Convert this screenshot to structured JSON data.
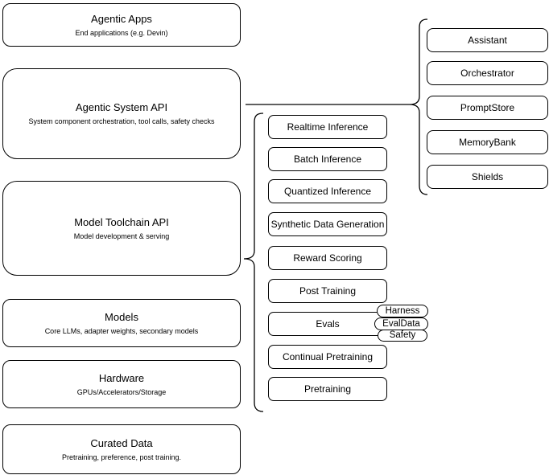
{
  "colors": {
    "background": "#ffffff",
    "node_fill": "#ffffff",
    "stroke": "#000000",
    "text": "#000000"
  },
  "left_stack": [
    {
      "title": "Agentic Apps",
      "subtitle": "End applications (e.g. Devin)"
    },
    {
      "title": "Agentic System API",
      "subtitle": "System component orchestration, tool calls, safety checks"
    },
    {
      "title": "Model Toolchain API",
      "subtitle": "Model development & serving"
    },
    {
      "title": "Models",
      "subtitle": "Core LLMs, adapter weights, secondary models"
    },
    {
      "title": "Hardware",
      "subtitle": "GPUs/Accelerators/Storage"
    },
    {
      "title": "Curated Data",
      "subtitle": "Pretraining, preference, post training."
    }
  ],
  "toolchain_services": [
    {
      "label": "Realtime Inference"
    },
    {
      "label": "Batch Inference"
    },
    {
      "label": "Quantized Inference"
    },
    {
      "label": "Synthetic Data Generation"
    },
    {
      "label": "Reward Scoring"
    },
    {
      "label": "Post Training"
    },
    {
      "label": "Evals"
    },
    {
      "label": "Continual Pretraining"
    },
    {
      "label": "Pretraining"
    }
  ],
  "eval_pills": [
    {
      "label": "Harness"
    },
    {
      "label": "EvalData"
    },
    {
      "label": "Safety"
    }
  ],
  "system_components": [
    {
      "label": "Assistant"
    },
    {
      "label": "Orchestrator"
    },
    {
      "label": "PromptStore"
    },
    {
      "label": "MemoryBank"
    },
    {
      "label": "Shields"
    }
  ]
}
